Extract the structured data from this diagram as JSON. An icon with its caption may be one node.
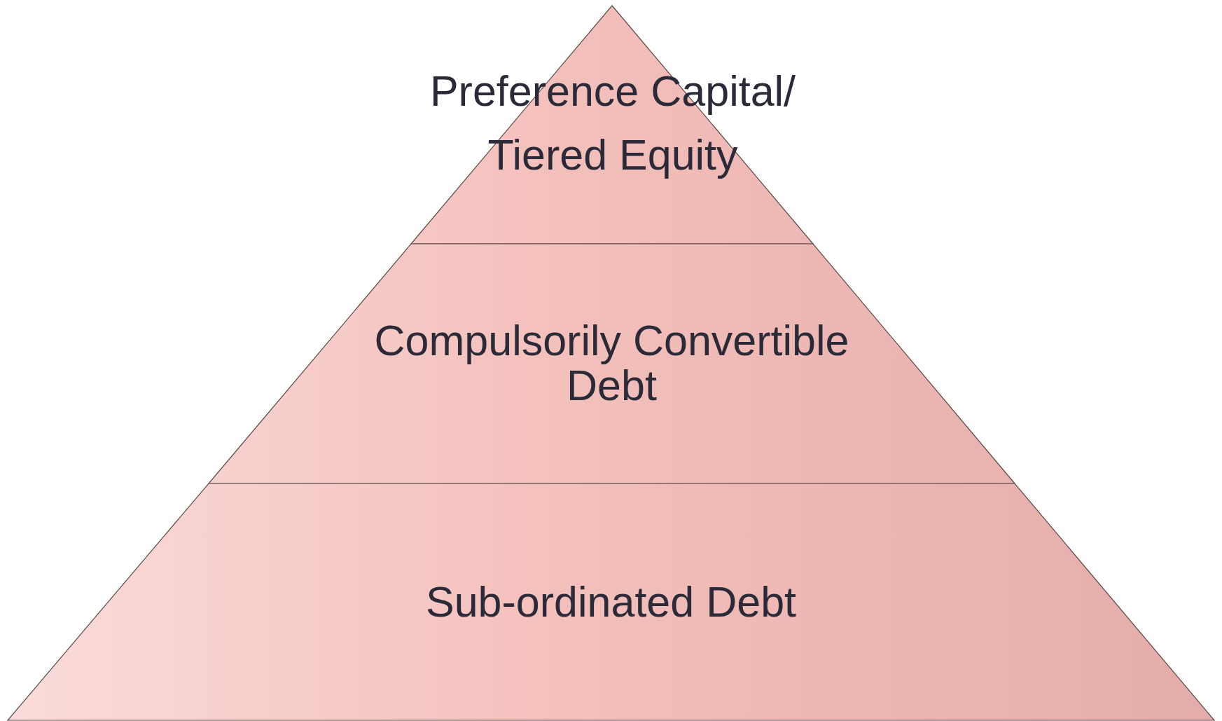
{
  "diagram": {
    "nodes": [
      {
        "text": [
          "Preference Capital/ Tiered Equity"
        ]
      },
      {
        "text": [
          "Compulsorily Convertible Debt"
        ]
      },
      {
        "text": [
          "Sub-ordinated Debt"
        ]
      }
    ]
  }
}
